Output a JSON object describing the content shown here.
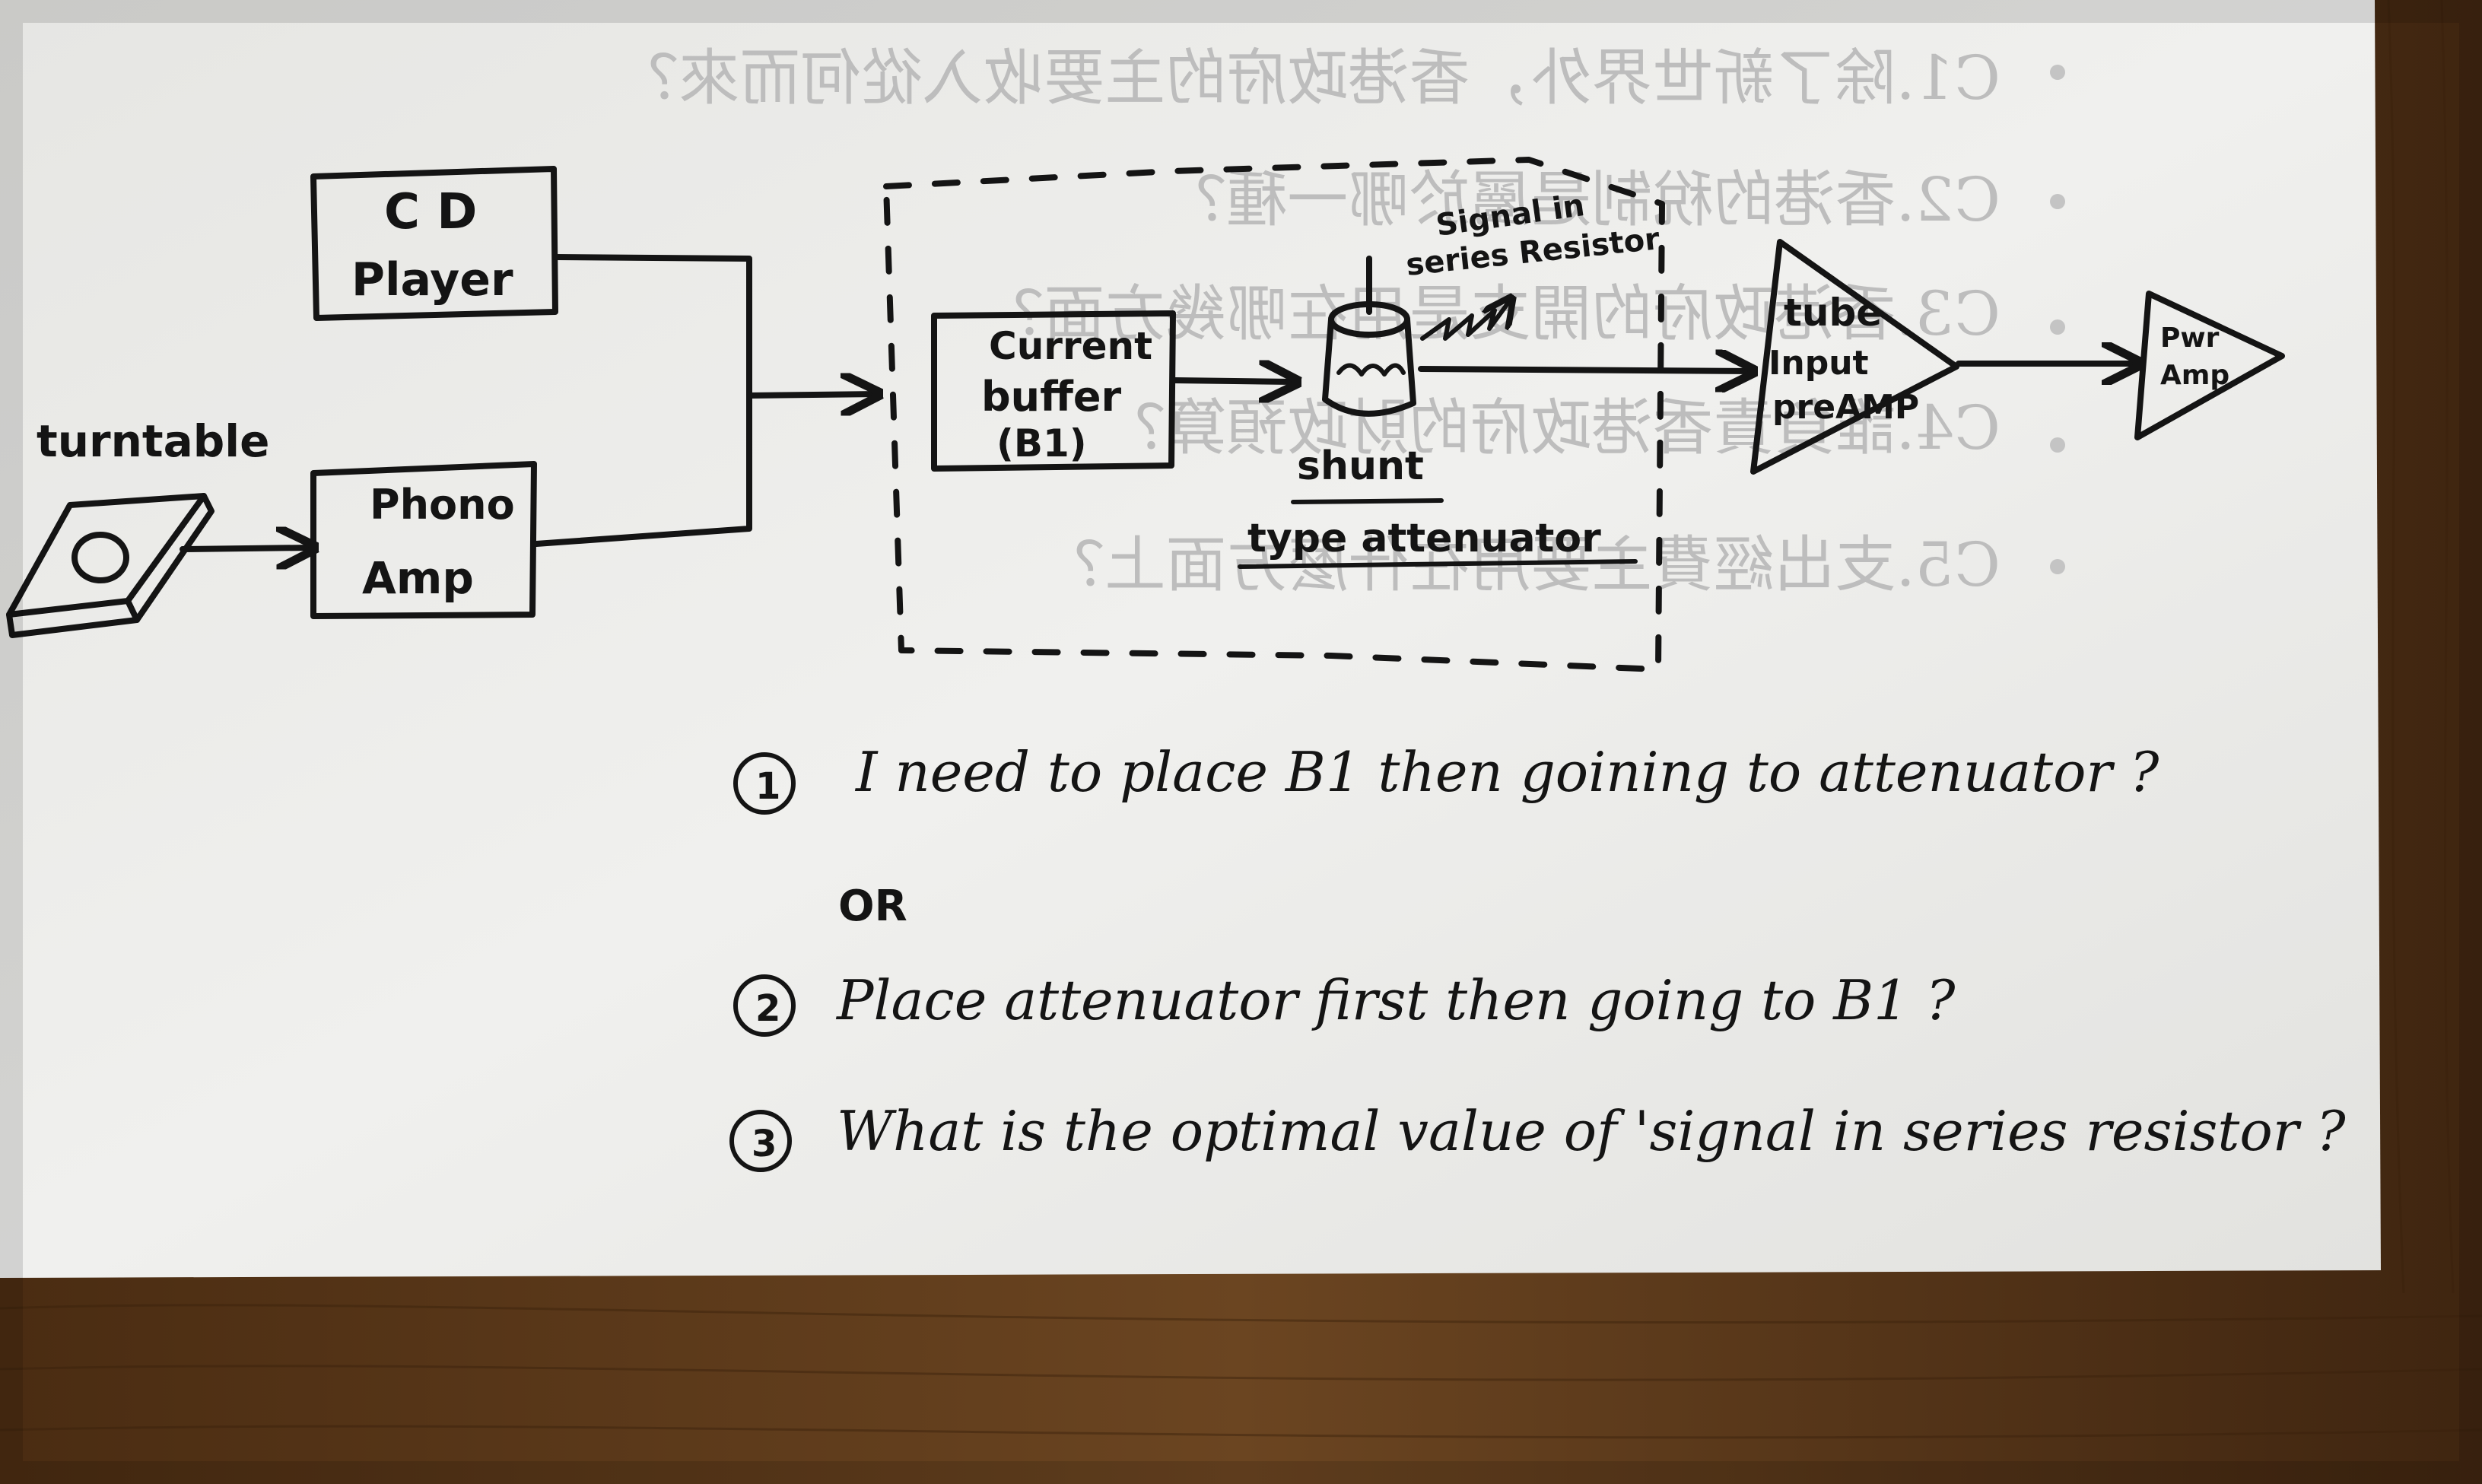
{
  "diagram": {
    "blocks": {
      "cd_player": [
        "C D",
        "Player"
      ],
      "turntable": "turntable",
      "phono_amp": [
        "Phono",
        "Amp"
      ],
      "current_buffer": [
        "Current",
        "buffer",
        "(B1)"
      ],
      "signal_resistor": [
        "Signal in",
        "series Resistor"
      ],
      "attenuator": [
        "shunt",
        "type attenuator"
      ],
      "tube_preamp": [
        "tube",
        "Input",
        "preAMP"
      ],
      "power_amp": [
        "Pwr",
        "Amp"
      ]
    },
    "questions": [
      {
        "number": "1",
        "text": "I  need  to  place  B1  then  goining  to  attenuator  ?"
      },
      {
        "number": "2",
        "text": "Place  attenuator  first  then  going  to  B1  ?"
      },
      {
        "number": "3",
        "text": "What  is  the  optimal  value  of  'signal  in  series  resistor  ?"
      }
    ],
    "or_label": "OR"
  },
  "bleed_through": [
    "C1.除了新世界外，香港政府的主要收入從何而來？",
    "C2.香港的稅制是屬於哪一種？",
    "C3.香港政府的開支是用在哪幾方面？",
    "C4.誰負責香港政府的財政預算？",
    "C5.支出經費主要用在什麼方面上？"
  ],
  "colors": {
    "paper": "#ededeb",
    "ink": "#141414",
    "wood": "#5a3a1c",
    "ghost_text": "#bdbdbd"
  }
}
